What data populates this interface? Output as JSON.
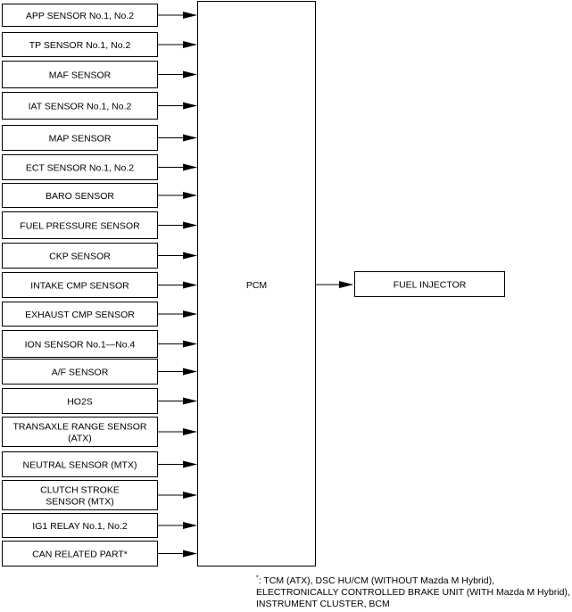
{
  "inputs": [
    {
      "lines": [
        "APP SENSOR No.1, No.2"
      ]
    },
    {
      "lines": [
        "TP SENSOR No.1, No.2"
      ]
    },
    {
      "lines": [
        "MAF SENSOR"
      ]
    },
    {
      "lines": [
        "IAT SENSOR No.1, No.2"
      ]
    },
    {
      "lines": [
        "MAP SENSOR"
      ]
    },
    {
      "lines": [
        "ECT SENSOR No.1, No.2"
      ]
    },
    {
      "lines": [
        "BARO SENSOR"
      ]
    },
    {
      "lines": [
        "FUEL PRESSURE SENSOR"
      ]
    },
    {
      "lines": [
        "CKP SENSOR"
      ]
    },
    {
      "lines": [
        "INTAKE CMP SENSOR"
      ]
    },
    {
      "lines": [
        "EXHAUST CMP SENSOR"
      ]
    },
    {
      "lines": [
        "ION SENSOR No.1—No.4"
      ]
    },
    {
      "lines": [
        "A/F SENSOR"
      ]
    },
    {
      "lines": [
        "HO2S"
      ]
    },
    {
      "lines": [
        "TRANSAXLE RANGE SENSOR",
        "(ATX)"
      ]
    },
    {
      "lines": [
        "NEUTRAL SENSOR (MTX)"
      ]
    },
    {
      "lines": [
        "CLUTCH STROKE",
        "SENSOR (MTX)"
      ]
    },
    {
      "lines": [
        "IG1 RELAY No.1, No.2"
      ]
    },
    {
      "lines": [
        "CAN RELATED PART*"
      ]
    }
  ],
  "controller": {
    "label": "PCM"
  },
  "output": {
    "label": "FUEL INJECTOR"
  },
  "footnote": {
    "marker": "*",
    "line1": ": TCM (ATX), DSC HU/CM (WITHOUT Mazda M Hybrid),",
    "line2": "ELECTRONICALLY CONTROLLED BRAKE UNIT (WITH Mazda M Hybrid),",
    "line3": "INSTRUMENT CLUSTER, BCM"
  },
  "colors": {
    "stroke": "#000000",
    "background": "#ffffff"
  }
}
